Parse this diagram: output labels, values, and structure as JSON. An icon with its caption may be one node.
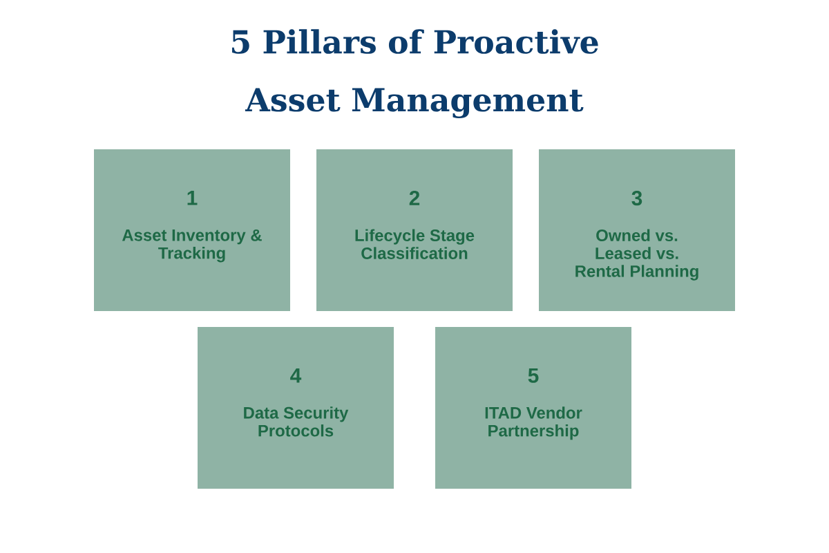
{
  "diagram": {
    "title": "5 Pillars of Proactive Asset Management",
    "nodes": [
      {
        "text": [
          "1",
          "Asset Inventory & Tracking"
        ]
      },
      {
        "text": [
          "2",
          "Lifecycle Stage Classification"
        ]
      },
      {
        "text": [
          "3",
          "Owned vs. Leased vs. Rental Planning"
        ]
      },
      {
        "text": [
          "4",
          "Data Security Protocols"
        ]
      },
      {
        "text": [
          "5",
          "ITAD Vendor Partnership"
        ]
      }
    ]
  }
}
